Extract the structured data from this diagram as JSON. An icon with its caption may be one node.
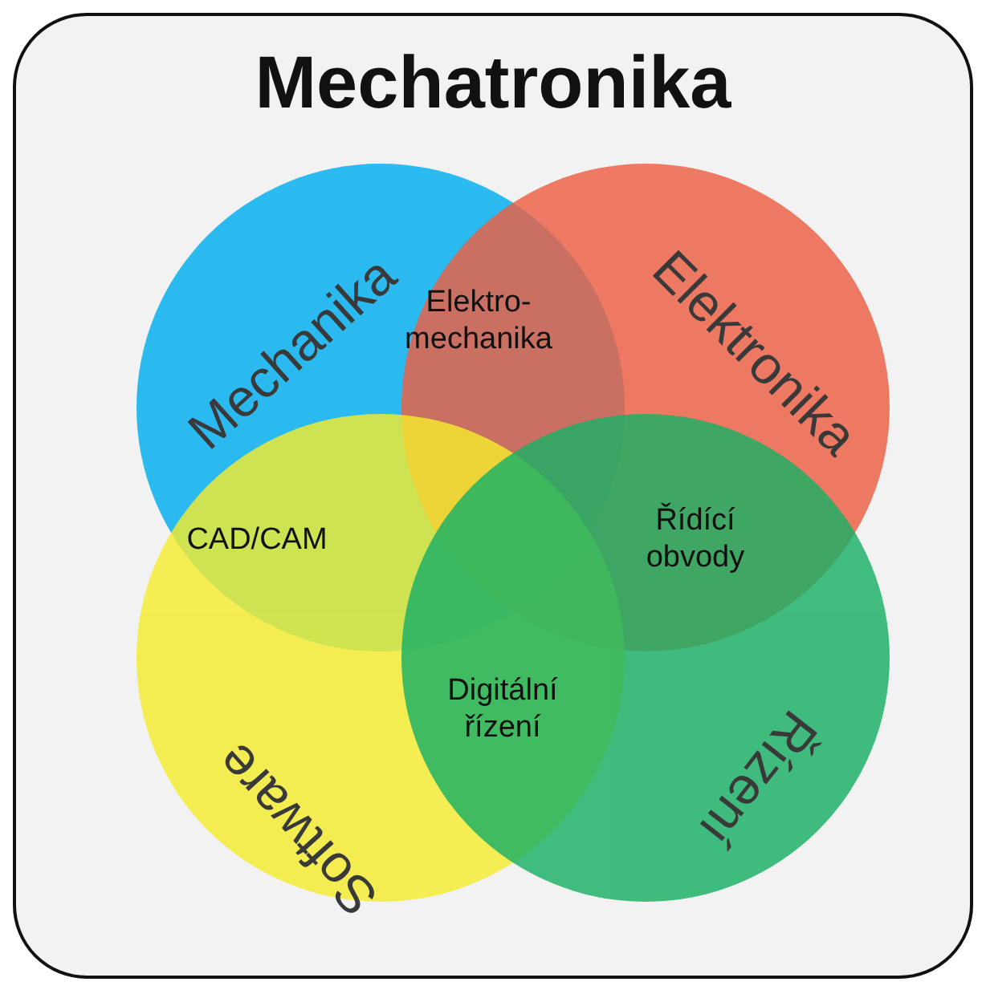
{
  "diagram": {
    "nodes": [
      {
        "text": [
          "Mechatronika"
        ]
      },
      {
        "text": [
          "Mechanika"
        ],
        "in": 0
      },
      {
        "text": [
          "Elektronika"
        ],
        "in": 0
      },
      {
        "text": [
          "Software"
        ],
        "in": 0
      },
      {
        "text": [
          "Řízení"
        ],
        "in": 0
      }
    ],
    "labels": [
      "Elektro-mechanika",
      "CAD/CAM",
      "Řídící obvody",
      "Digitální řízení"
    ]
  }
}
